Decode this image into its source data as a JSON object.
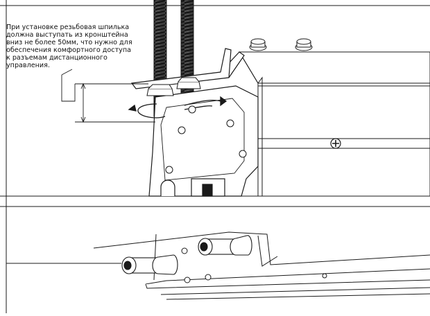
{
  "annotation": {
    "lines": [
      "При установке резьбовая шпилька",
      "должна выступать из кронштейна",
      "вниз не более 50мм, что нужно для",
      "обеспечения комфортного доступа",
      "к разъемам дистанционного",
      "управления."
    ]
  },
  "colors": {
    "line": "#1a1a1a",
    "thin": "#555555",
    "thread": "#2a2a2a",
    "fill": "#ffffff"
  }
}
